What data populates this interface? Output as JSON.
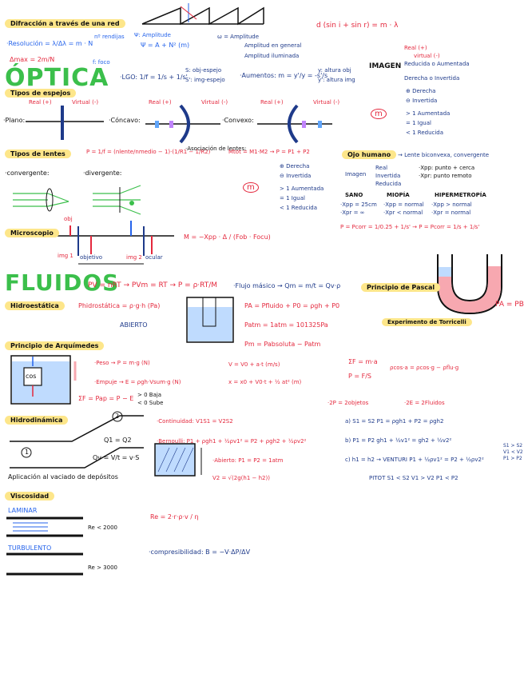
{
  "colors": {
    "red": "#e4283d",
    "blue": "#2563eb",
    "navy": "#1e3a8a",
    "green": "#3bbf4b",
    "highlight": "#fde68a"
  },
  "top": {
    "diffraction": "Difracción a través de una red",
    "diffraction_formula": "d (sin i + sin r) = m · λ",
    "resolution": "·Resolución = λ/Δλ = m · N",
    "n_label": "nº rendijas",
    "delta": "Δmax = 2m/N",
    "amplitude": "Ψ: Amplitude",
    "wave_formula": "Ψ = A + N² (m)",
    "w_equal": "ω = Amplitude",
    "amp_general": "Amplitud en general",
    "amp_illuminated": "Amplitud iluminada"
  },
  "optica": {
    "title": "ÓPTICA",
    "foco": "f: foco",
    "lgo": "·LGO: 1/f = 1/s + 1/s'",
    "sobj": "S: obj-espejo",
    "simg": "S': img-espejo",
    "aumentos": "·Aumentos: m = y'/y = -s'/s",
    "yobj": "y: altura obj",
    "yimg": "y': altura img",
    "imagen": "IMAGEN",
    "img_items": [
      "Real (+)",
      "virtual (-)",
      "Reducida o Aumentada",
      "Derecha o Invertida"
    ],
    "espejos_title": "Tipos de espejos",
    "real": "Real (+)",
    "virtual": "Virtual (-)",
    "plano": "·Plano:",
    "concavo": "·Cóncavo:",
    "convexo": "·Convexo:",
    "m_items": [
      "⊕ Derecha",
      "⊖ Invertida",
      "> 1 Aumentada",
      "= 1 Igual",
      "< 1 Reducida"
    ],
    "lentes_title": "Tipos de lentes",
    "lentes_formula": "P = 1/f = (nlente/nmedio − 1)·(1/R1 − 1/R2)",
    "asociacion": "·Asociación de lentes:",
    "mtot": "Mtot = M1·M2 → P = P1 + P2",
    "convergente": "·convergente:",
    "divergente": "·divergente:",
    "circle_m": "m",
    "ojo_title": "Ojo humano",
    "ojo_lente": "→ Lente biconvexa, convergente",
    "imagen_ojo": "Imagen",
    "ojo_items": [
      "Real",
      "Invertida",
      "Reducida"
    ],
    "xpp_xpr": [
      "·Xpp: punto + cerca",
      "·Xpr: punto remoto"
    ],
    "sano": "SANO",
    "miopia": "MIOPÍA",
    "hiper": "HIPERMETROPÍA",
    "sano_vals": [
      "·Xpp = 25cm",
      "·Xpr = ∞"
    ],
    "miopia_vals": [
      "·Xpp = normal",
      "·Xpr < normal"
    ],
    "hiper_vals": [
      "·Xpp > normal",
      "·Xpr = normal"
    ],
    "potencia": "P = Pcorr = 1/0.25 + 1/s' → P = Pcorr = 1/s + 1/s'",
    "microscopio": "Microscopio",
    "micro_formula": "M = −Xpp · Δ / (Fob · Focu)",
    "objetivo": "objetivo",
    "ocular": "ocular",
    "img1": "img 1",
    "img2": "img 2",
    "obj": "obj"
  },
  "fluidos": {
    "title": "FLUIDOS",
    "gas": "PV = nRT → PVm = RT → P = ρ·RT/M",
    "flujo": "·Flujo másico → Qm = m/t = Qv·ρ",
    "pascal": "Principio de Pascal",
    "pa_pb": "PA = PB",
    "torricelli": "Experimento de Torricelli",
    "hidro_title": "Hidroestática",
    "phidro": "Phidrostática = ρ·g·h (Pa)",
    "abierto": "ABIERTO",
    "pa_formula": "PA = Pfluido + P0 = ρgh + P0",
    "patm": "Patm = 1atm = 101325Pa",
    "pman": "Pm = Pabsoluta − Patm",
    "arq_title": "Principio de Arquímedes",
    "cos": "cos",
    "peso": "·Peso → P = m·g (N)",
    "empuje": "·Empuje → E = ρgh·Vsum·g (N)",
    "sumf": "ΣF = Pap = P − E",
    "baja": "> 0 Baja",
    "sube": "< 0 Sube",
    "cinem1": "V = V0 + a·t (m/s)",
    "cinem2": "x = x0 + V0·t + ½ at² (m)",
    "newton": "ΣF = m·a",
    "p_eq": "P = F/S",
    "rho_eq": "ρcos·a = ρcos·g − ρflu·g",
    "dosP": "·2P = 2objetos",
    "dosE": "·2E = 2Fluidos",
    "hidrodin_title": "Hidrodinámica",
    "q_eq": "Q1 = Q2",
    "qv": "Qv = V/t = v·S",
    "continuidad": "·Continuidad: V1S1 = V2S2",
    "bernoulli": "·Bernoulli: P1 + ρgh1 + ½ρv1² = P2 + ρgh2 + ½ρv2²",
    "abierto2": "·Abierto: P1 = P2 = 1atm",
    "v2": "V2 = √(2g(h1 − h2))",
    "aplicacion": "Aplicación al vaciado de depósitos",
    "case_a": "a) S1 = S2   P1 = ρgh1 + P2 = ρgh2",
    "case_b": "b) P1 = P2   gh1 + ½v1² = gh2 + ½v2²",
    "case_c": "c) h1 = h2 → VENTURI   P1 + ½ρv1² = P2 + ½ρv2²",
    "pitot": "PITOT   S1 < S2   V1 > V2   P1 < P2",
    "side": [
      "S1 > S2",
      "V1 < V2",
      "P1 > P2"
    ],
    "visc_title": "Viscosidad",
    "laminar": "LAMINAR",
    "turbulento": "TURBULENTO",
    "re_low": "Re < 2000",
    "re_high": "Re > 3000",
    "re_formula": "Re = 2·r·ρ·v / η",
    "compres": "·compresibilidad: B = −V·ΔP/ΔV",
    "n1": "1",
    "n2": "2"
  }
}
